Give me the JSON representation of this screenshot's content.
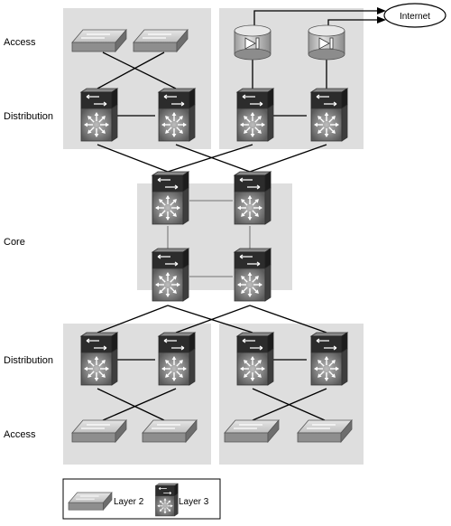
{
  "labels": {
    "top_access": "Access",
    "top_distribution": "Distribution",
    "core": "Core",
    "bottom_distribution": "Distribution",
    "bottom_access": "Access"
  },
  "cloud": {
    "label": "Internet"
  },
  "legend": {
    "layer2": "Layer 2",
    "layer3": "Layer 3"
  },
  "colors": {
    "zone": "#dedede",
    "device_dark": "#2c2c2c",
    "device_mid": "#7a7a7a",
    "device_light": "#b8b8b8",
    "l2_top": "#d9d9d9",
    "l2_front": "#8e8e8e",
    "router": "#cfcfcf",
    "line": "#000000",
    "core_line": "#888888"
  },
  "icons": {
    "layer2_switch": "switch-icon",
    "layer3_switch": "multilayer-switch-icon",
    "router": "router-icon",
    "cloud": "cloud-icon"
  }
}
